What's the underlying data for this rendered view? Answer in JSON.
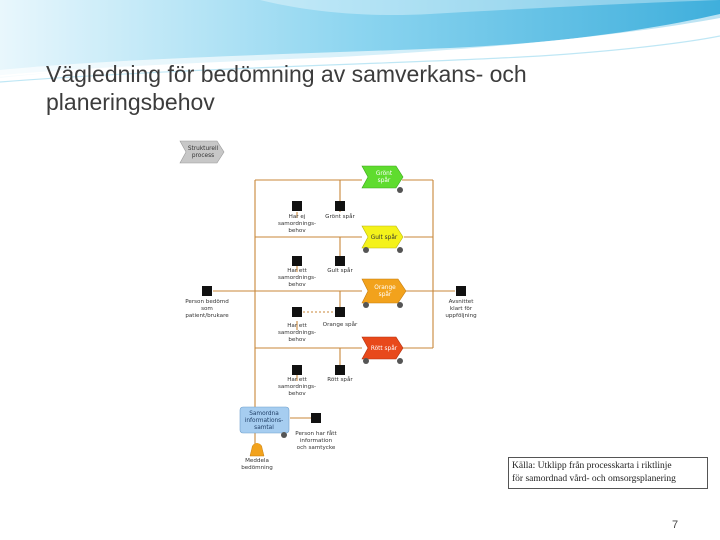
{
  "slide": {
    "title_line1": "Vägledning för bedömning av samverkans- och",
    "title_line2": "planeringsbehov",
    "source_line1": "Källa: Utklipp från processkarta i riktlinje",
    "source_line2": "för samordnad vård- och omsorgsplanering",
    "page_number": "7"
  },
  "colors": {
    "title": "#3c3c3c",
    "swoosh_dark": "#2aa6d8",
    "swoosh_light": "#bfe7f5",
    "flow_line": "#c8873a",
    "green": "#5fdc2e",
    "yellow": "#f4f21a",
    "orange": "#f2a21c",
    "red": "#e8491b",
    "blue_task": "#a6cdf0",
    "grey_start": "#c7c7c7"
  },
  "diagram": {
    "start_label_line1": "Strukturell",
    "start_label_line2": "process",
    "green_label_line1": "Grönt",
    "green_label_line2": "spår",
    "yellow_label": "Gult spår",
    "orange_label_line1": "Orange",
    "orange_label_line2": "spår",
    "red_label": "Rött spår",
    "event_green_need_line1": "Har ej",
    "event_green_need_line2": "samordnings-",
    "event_green_need_line3": "behov",
    "event_green_track": "Grönt spår",
    "event_yellow_need_line1": "Har ett",
    "event_yellow_need_line2": "samordnings-",
    "event_yellow_need_line3": "behov",
    "event_yellow_track": "Gult spår",
    "event_orange_need_line1": "Har ett",
    "event_orange_need_line2": "samordnings-",
    "event_orange_need_line3": "behov",
    "event_orange_track": "Orange spår",
    "event_red_need_line1": "Har ett",
    "event_red_need_line2": "samordnings-",
    "event_red_need_line3": "behov",
    "event_red_track": "Rött spår",
    "input_event_line1": "Person bedömd",
    "input_event_line2": "som",
    "input_event_line3": "patient/brukare",
    "output_event_line1": "Avsnittet",
    "output_event_line2": "klart för",
    "output_event_line3": "uppföljning",
    "blue_task_line1": "Samordna",
    "blue_task_line2": "informations-",
    "blue_task_line3": "samtal",
    "doc_event_line1": "Person har fått",
    "doc_event_line2": "information",
    "doc_event_line3": "och samtycke",
    "bottom_event_line1": "Meddela",
    "bottom_event_line2": "bedömning"
  }
}
